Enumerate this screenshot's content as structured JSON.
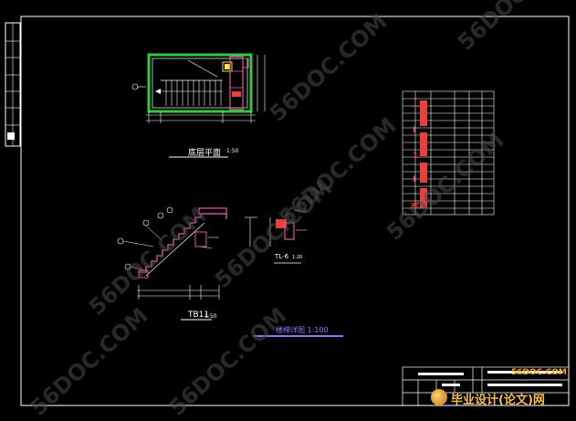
{
  "drawing": {
    "plan_title": "底层平面",
    "plan_scale": "1:50",
    "section_title": "TB11",
    "section_scale": "1:50",
    "beam_label": "TL-6",
    "beam_scale": "1:20",
    "stair_title": "楼梯详图 1:100",
    "side_notes": [
      "一",
      "I",
      "1",
      "I",
      "木"
    ]
  },
  "watermark": {
    "text": "56DOC.COM",
    "count": 8
  },
  "branding": {
    "site": "56DOC.COM",
    "name": "毕业设计(论文)网"
  },
  "colors": {
    "background": "#000000",
    "lines": "#ffffff",
    "green": "#2ecc40",
    "yellow": "#f1e04a",
    "magenta": "#e05aa0",
    "blue": "#8a7cf0",
    "red": "#e8413c",
    "watermark": "#4a4a4a"
  }
}
